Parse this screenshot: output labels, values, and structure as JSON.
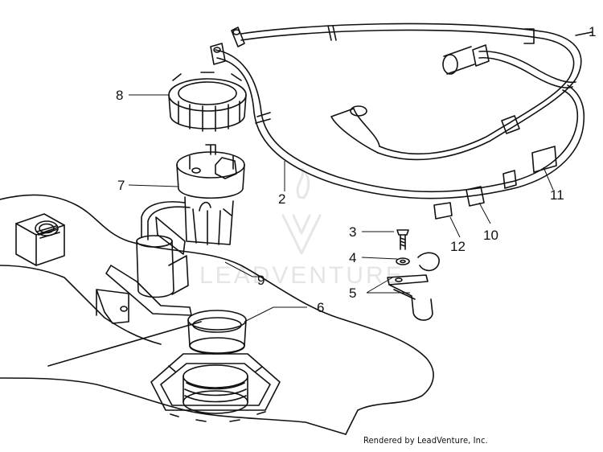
{
  "watermark": {
    "text": "LEADVENTURE"
  },
  "credit": {
    "text": "Rendered by LeadVenture, Inc."
  },
  "callouts": [
    {
      "id": "callout-1",
      "label": "1"
    },
    {
      "id": "callout-2",
      "label": "2"
    },
    {
      "id": "callout-3",
      "label": "3"
    },
    {
      "id": "callout-4",
      "label": "4"
    },
    {
      "id": "callout-5",
      "label": "5"
    },
    {
      "id": "callout-6",
      "label": "6"
    },
    {
      "id": "callout-7",
      "label": "7"
    },
    {
      "id": "callout-8",
      "label": "8"
    },
    {
      "id": "callout-9",
      "label": "9"
    },
    {
      "id": "callout-10",
      "label": "10"
    },
    {
      "id": "callout-11",
      "label": "11"
    },
    {
      "id": "callout-12",
      "label": "12"
    }
  ]
}
